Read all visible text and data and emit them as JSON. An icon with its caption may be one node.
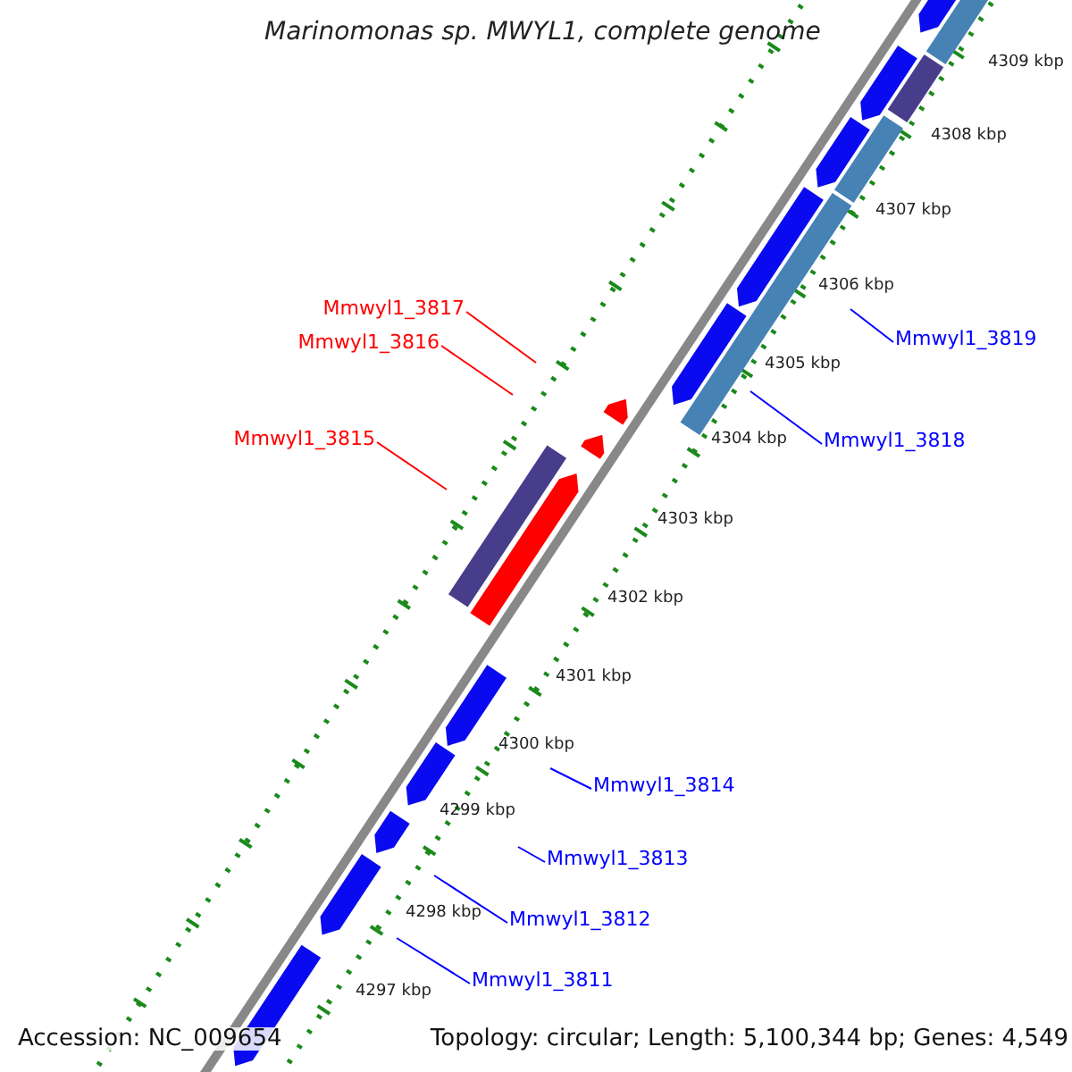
{
  "diagram": {
    "title": "Marinomonas sp. MWYL1, complete genome",
    "nodes": [
      {
        "text": [
          "Mmwyl1_3817"
        ]
      },
      {
        "text": [
          "Mmwyl1_3816"
        ]
      },
      {
        "text": [
          "Mmwyl1_3819"
        ]
      },
      {
        "text": [
          "Mmwyl1_3815"
        ]
      },
      {
        "text": [
          "Mmwyl1_3818"
        ]
      },
      {
        "text": [
          "Mmwyl1_3814"
        ]
      },
      {
        "text": [
          "Mmwyl1_3813"
        ]
      },
      {
        "text": [
          "Mmwyl1_3812"
        ]
      },
      {
        "text": [
          "Mmwyl1_3811"
        ]
      }
    ],
    "edges": [
      {
        "from": 0,
        "to": null,
        "arrow": "none",
        "color": "#ff0000"
      },
      {
        "from": 1,
        "to": null,
        "arrow": "none",
        "color": "#ff0000"
      },
      {
        "from": 2,
        "to": null,
        "arrow": "none"
      },
      {
        "from": 3,
        "to": null,
        "arrow": "none",
        "color": "#ff0000"
      },
      {
        "from": 4,
        "to": null,
        "arrow": "none"
      },
      {
        "from": 5,
        "to": null,
        "arrow": "none"
      },
      {
        "from": 6,
        "to": null,
        "arrow": "none"
      },
      {
        "from": 7,
        "to": null,
        "arrow": "none"
      },
      {
        "from": 8,
        "to": null,
        "arrow": "none"
      }
    ],
    "labels": [
      "4309 kbp",
      "4308 kbp",
      "4307 kbp",
      "4306 kbp",
      "4305 kbp",
      "4304 kbp",
      "4303 kbp",
      "4302 kbp",
      "4301 kbp",
      "4300 kbp",
      "4299 kbp",
      "4298 kbp",
      "4297 kbp",
      "Accession: NC_009654",
      "Topology: circular; Length: 5,100,344 bp; Genes: 4,549"
    ]
  }
}
